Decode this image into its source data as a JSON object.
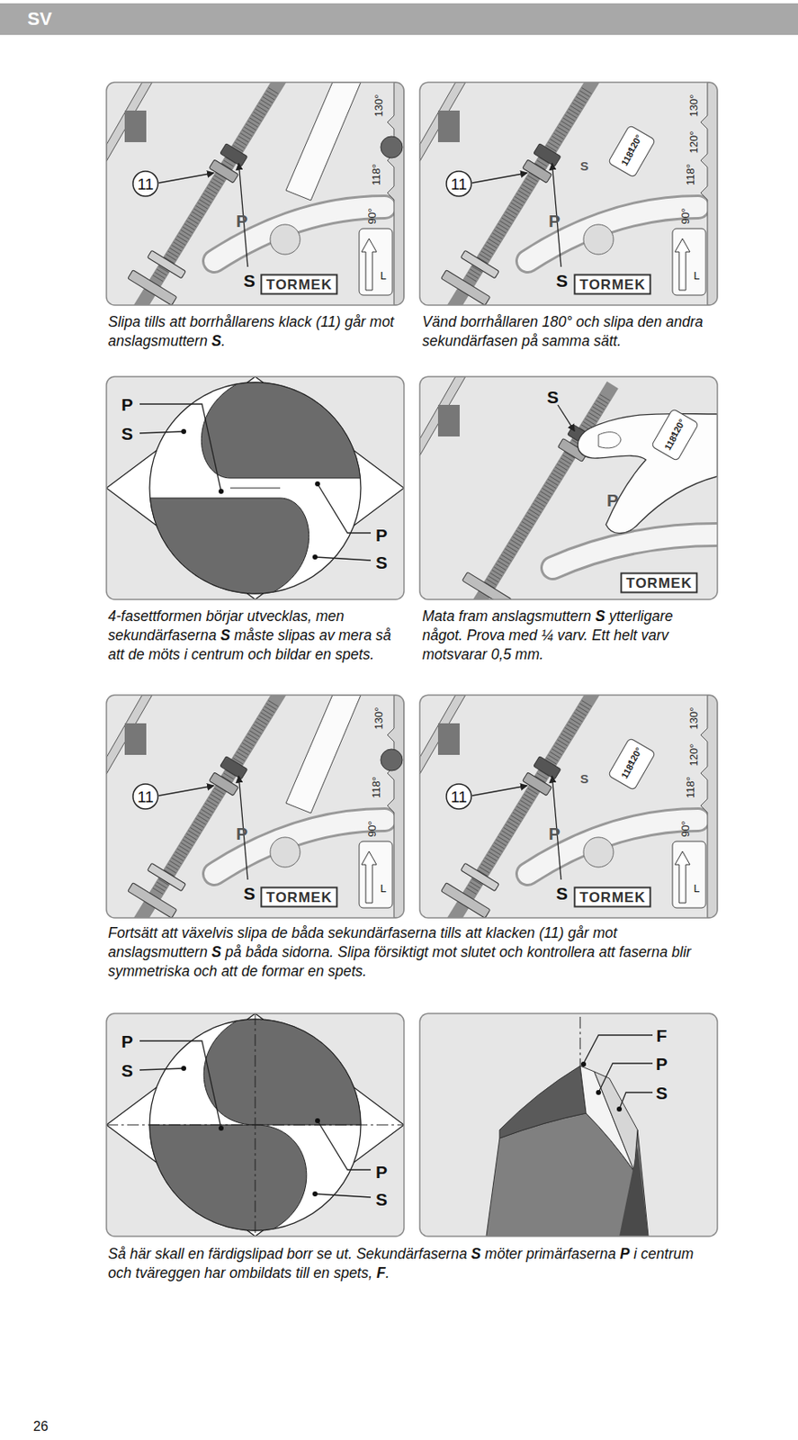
{
  "diagram": {
    "labels": [
      "SV",
      "130°",
      "118°",
      "90°",
      "11",
      "P",
      "S",
      "TORMEK",
      "L",
      "130°",
      "120°",
      "118°",
      "90°",
      "120°",
      "118°",
      "11",
      "S",
      "P",
      "S",
      "TORMEK",
      "L",
      "Slipa tills att borrhållarens klack (11) går mot anslagsmuttern S.",
      "Vänd borrhållaren 180° och slipa den andra sekundärfasen på samma sätt.",
      "P",
      "S",
      "P",
      "S",
      "S",
      "120°",
      "118°",
      "P",
      "TORMEK",
      "4-fasettformen börjar utvecklas, men sekundärfaserna S måste slipas av mera så att de möts i centrum och bildar en spets.",
      "Mata fram anslagsmuttern S ytterligare något. Prova med ¼ varv. Ett helt varv motsvarar 0,5 mm.",
      "130°",
      "118°",
      "90°",
      "11",
      "P",
      "S",
      "TORMEK",
      "L",
      "130°",
      "120°",
      "118°",
      "90°",
      "120°",
      "118°",
      "11",
      "S",
      "P",
      "S",
      "TORMEK",
      "L",
      "Fortsätt att växelvis slipa de båda sekundärfaserna tills att klacken (11) går mot anslagsmuttern S på båda sidorna. Slipa försiktigt mot slutet och kontrollera att faserna blir symmetriska och att de formar en spets.",
      "P",
      "S",
      "P",
      "S",
      "F",
      "P",
      "S",
      "Så här skall en färdigslipad borr se ut. Sekundärfaserna S möter primärfaserna P i centrum och tväreggen har ombildats till en spets, F.",
      "26"
    ]
  }
}
